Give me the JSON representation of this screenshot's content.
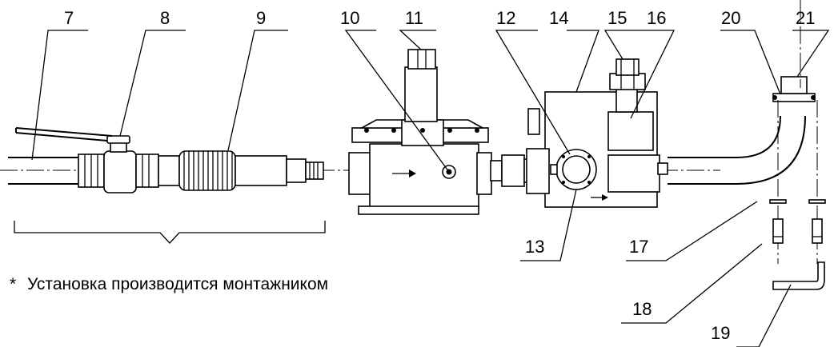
{
  "callouts": [
    {
      "n": "7"
    },
    {
      "n": "8"
    },
    {
      "n": "9"
    },
    {
      "n": "10"
    },
    {
      "n": "11"
    },
    {
      "n": "12"
    },
    {
      "n": "13"
    },
    {
      "n": "14"
    },
    {
      "n": "15"
    },
    {
      "n": "16"
    },
    {
      "n": "17"
    },
    {
      "n": "18"
    },
    {
      "n": "19"
    },
    {
      "n": "20"
    },
    {
      "n": "21"
    }
  ],
  "note": {
    "marker": "*",
    "text": "Установка производится монтажником"
  }
}
